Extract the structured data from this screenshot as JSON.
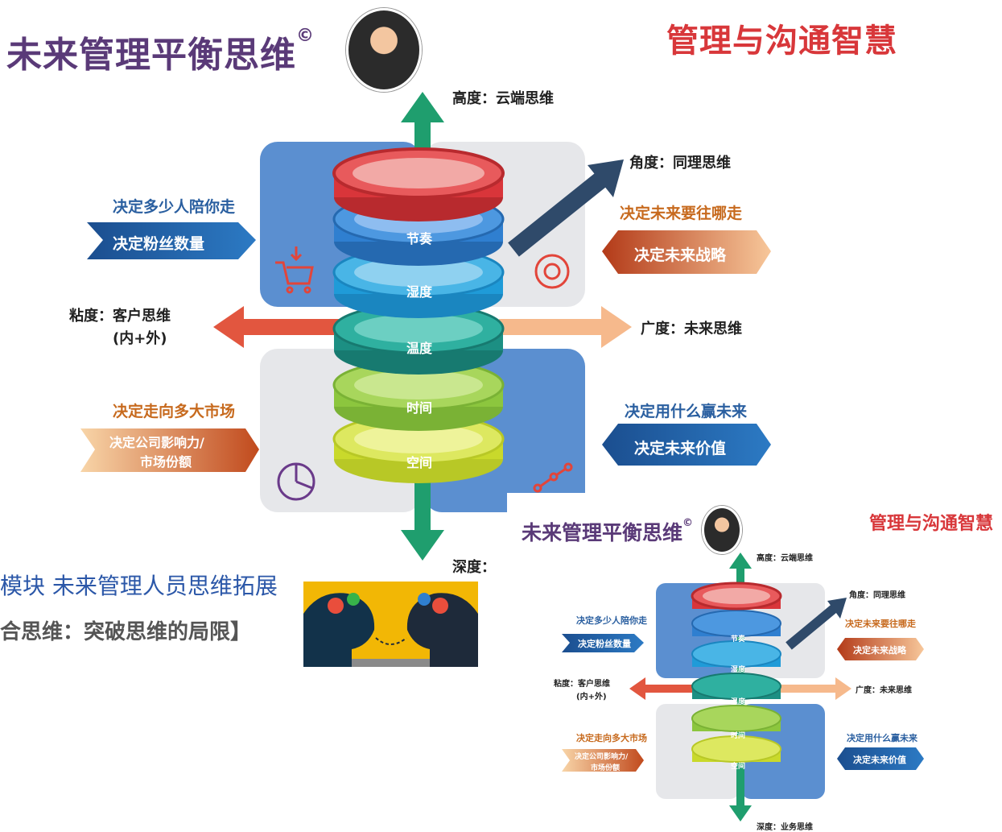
{
  "header": {
    "title": "未来管理平衡思维",
    "copyright": "©",
    "brand": "管理与沟通智慧"
  },
  "axes": {
    "height": "高度：云端思维",
    "angle": "角度：同理思维",
    "stickiness_line1": "粘度：客户思维",
    "stickiness_line2": "(内+外)",
    "breadth": "广度：未来思维",
    "depth": "深度：业务思维",
    "depth_cut": "深度："
  },
  "quadrants": {
    "top_left": {
      "caption": "决定多少人陪你走",
      "banner": "决定粉丝数量",
      "icon": "cart-icon"
    },
    "top_right": {
      "caption": "决定未来要往哪走",
      "banner": "决定未来战略",
      "icon": "gear-icon"
    },
    "bottom_left": {
      "caption": "决定走向多大市场",
      "banner_line1": "决定公司影响力/",
      "banner_line2": "市场份额",
      "icon": "pie-chart-icon"
    },
    "bottom_right": {
      "caption": "决定用什么赢未来",
      "banner": "决定未来价值",
      "icon": "network-icon"
    }
  },
  "rings": [
    {
      "label": "",
      "color": "#d9353a"
    },
    {
      "label": "节奏",
      "color": "#2f7fd0"
    },
    {
      "label": "湿度",
      "color": "#1f9bd8"
    },
    {
      "label": "温度",
      "color": "#1c8f83"
    },
    {
      "label": "时间",
      "color": "#8cc63e"
    },
    {
      "label": "空间",
      "color": "#c9d92b"
    }
  ],
  "article": {
    "line1": "模块 未来管理人员思维拓展",
    "line2": "合思维：突破思维的局限】"
  },
  "colors": {
    "title": "#5a3a78",
    "brand": "#d8373a",
    "blue_panel": "#5b8fd0",
    "grey_panel": "#e6e7ea",
    "green_arrow": "#1f9e6e",
    "orange_arrow": "#f08a4a",
    "red_arrow": "#e2563f"
  }
}
